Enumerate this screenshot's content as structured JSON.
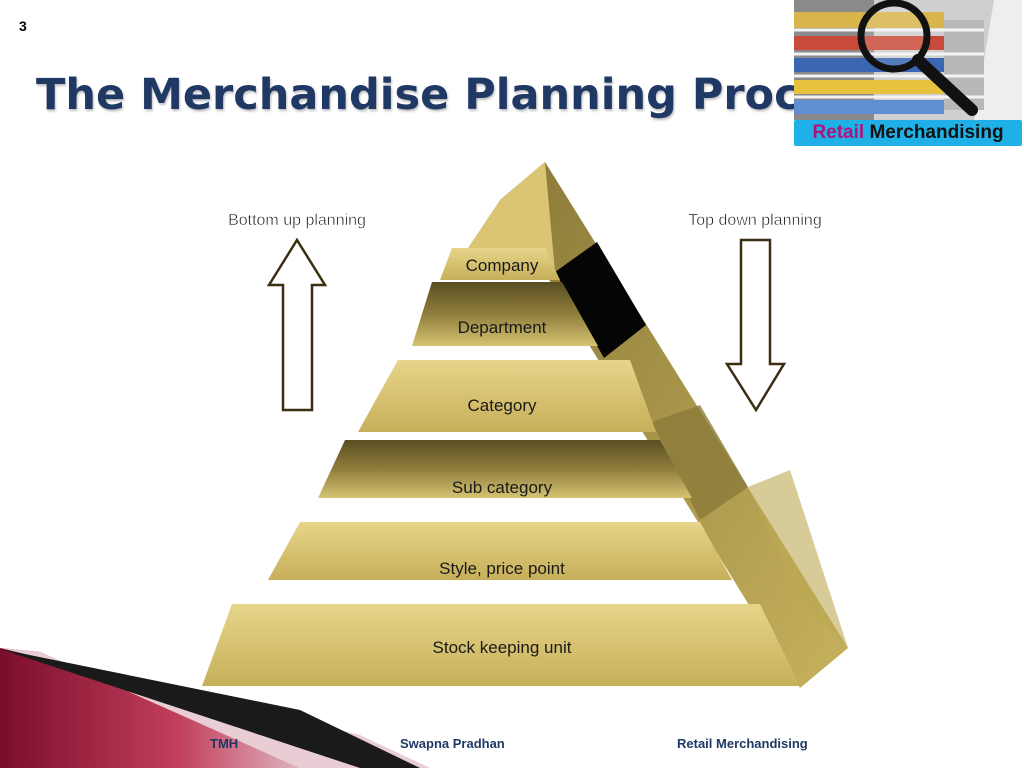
{
  "slide_number": "3",
  "title": "The Merchandise Planning Process",
  "badge": {
    "part1": "Retail",
    "part2": "Merchandising"
  },
  "diagram": {
    "left_label": "Bottom up planning",
    "right_label": "Top down planning",
    "levels": [
      "Company",
      "Department",
      "Category",
      "Sub category",
      "Style, price point",
      "Stock keeping unit"
    ]
  },
  "footer": {
    "left": "TMH",
    "center": "Swapna Pradhan",
    "right": "Retail Merchandising"
  },
  "colors": {
    "title": "#1f3864",
    "gold": "#d9c574",
    "badge_bg": "#1fb0e8",
    "retail_text": "#b0127a"
  }
}
